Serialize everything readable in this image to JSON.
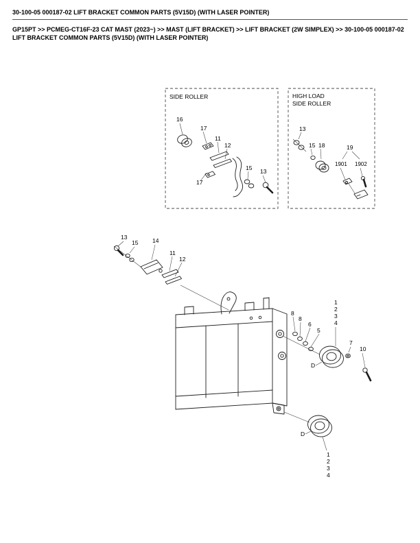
{
  "page": {
    "header": "30-100-05 000187-02 LIFT BRACKET COMMON PARTS (5V15D) (WITH LASER POINTER)",
    "breadcrumb": "GP15PT >> PCMEG-CT16F-23 CAT MAST (2023~) >> MAST (LIFT BRACKET) >> LIFT BRACKET (2W SIMPLEX) >> 30-100-05 000187-02 LIFT BRACKET COMMON PARTS (5V15D) (WITH LASER POINTER)"
  },
  "diagram": {
    "boxes": {
      "side_roller_title": "SIDE ROLLER",
      "high_load_title_line1": "HIGH LOAD",
      "high_load_title_line2": "SIDE ROLLER"
    },
    "callouts": {
      "side_roller": [
        "16",
        "17",
        "11",
        "12",
        "17",
        "15",
        "13"
      ],
      "high_load": [
        "13",
        "15",
        "18",
        "19",
        "1901",
        "1902"
      ],
      "laser_pointer_group": [
        "13",
        "15",
        "14",
        "11",
        "12"
      ],
      "upper_roller_group": [
        "8",
        "8",
        "6",
        "5",
        "1",
        "2",
        "3",
        "4",
        "D",
        "7",
        "10"
      ],
      "lower_roller_group": [
        "D",
        "1",
        "2",
        "3",
        "4"
      ]
    }
  }
}
